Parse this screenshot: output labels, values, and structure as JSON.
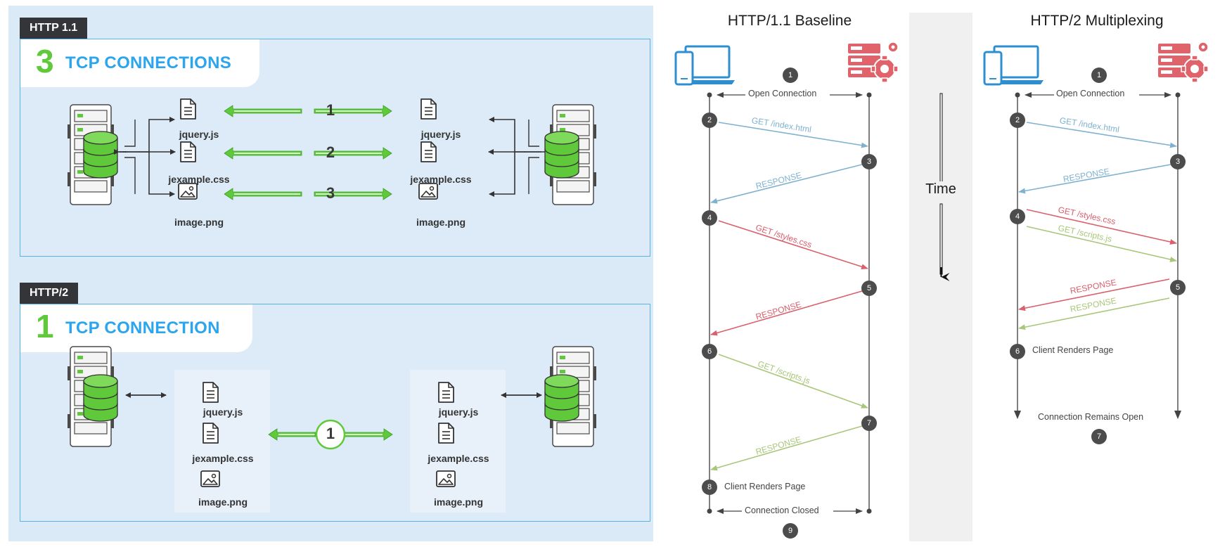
{
  "http11_panel": {
    "tag": "HTTP 1.1",
    "count": "3",
    "heading": "TCP CONNECTIONS",
    "files": [
      "jquery.js",
      "jexample.css",
      "image.png"
    ],
    "connection_numbers": [
      "1",
      "2",
      "3"
    ]
  },
  "http2_panel": {
    "tag": "HTTP/2",
    "count": "1",
    "heading": "TCP CONNECTION",
    "files": [
      "jquery.js",
      "jexample.css",
      "image.png"
    ],
    "connection_number": "1"
  },
  "baseline": {
    "title": "HTTP/1.1 Baseline",
    "steps": [
      "1",
      "2",
      "3",
      "4",
      "5",
      "6",
      "7",
      "8",
      "9"
    ],
    "open_label": "Open Connection",
    "closed_label": "Connection Closed",
    "render_label": "Client Renders Page",
    "messages": [
      "GET /index.html",
      "RESPONSE",
      "GET /styles.css",
      "RESPONSE",
      "GET /scripts.js",
      "RESPONSE"
    ]
  },
  "multiplexing": {
    "title": "HTTP/2 Multiplexing",
    "steps": [
      "1",
      "2",
      "3",
      "4",
      "5",
      "6",
      "7"
    ],
    "open_label": "Open Connection",
    "render_label": "Client Renders Page",
    "remains_label": "Connection Remains Open",
    "messages": [
      "GET /index.html",
      "RESPONSE",
      "GET /styles.css",
      "GET /scripts.js",
      "RESPONSE",
      "RESPONSE"
    ]
  },
  "time_label": "Time",
  "colors": {
    "blue_msg": "#7fb2d0",
    "red_msg": "#d9606c",
    "green_msg": "#a9c77a",
    "accent_green": "#5fc93b",
    "accent_blue": "#2aa5ee",
    "server_red": "#e0626a"
  }
}
